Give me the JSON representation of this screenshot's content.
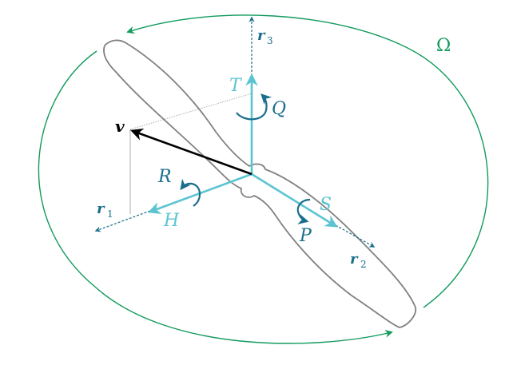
{
  "diagram": {
    "labels": {
      "omega": "Ω",
      "v": "v",
      "r1": "r",
      "r1_sub": "1",
      "r2": "r",
      "r2_sub": "2",
      "r3": "r",
      "r3_sub": "3",
      "T": "T",
      "Q": "Q",
      "R": "R",
      "H": "H",
      "S": "S",
      "P": "P"
    },
    "colors": {
      "green": "#129A5C",
      "light_blue": "#5BC4D1",
      "dark_blue": "#1A6E8C",
      "blade": "#808080",
      "vector": "#000000",
      "guide": "#9a9a9a"
    }
  }
}
